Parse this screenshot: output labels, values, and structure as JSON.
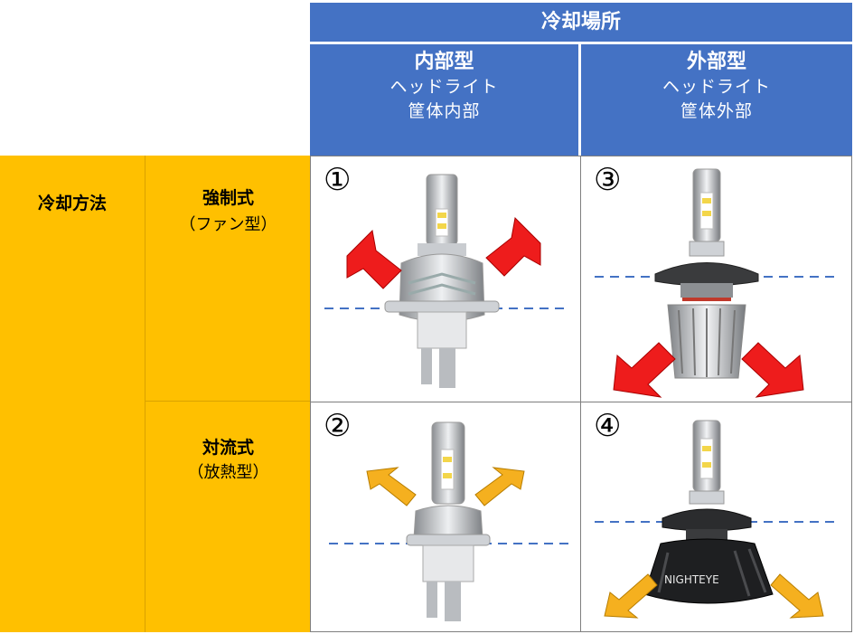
{
  "header": {
    "title": "冷却場所",
    "columns": [
      {
        "title": "内部型",
        "line1": "ヘッドライト",
        "line2": "筐体内部"
      },
      {
        "title": "外部型",
        "line1": "ヘッドライト",
        "line2": "筐体外部"
      }
    ]
  },
  "rows_header": {
    "title": "冷却方法",
    "rows": [
      {
        "title": "強制式",
        "sub": "（ファン型）"
      },
      {
        "title": "対流式",
        "sub": "（放熱型）"
      }
    ]
  },
  "cells": [
    {
      "number": "①",
      "arrow_color": "#ee1c1c"
    },
    {
      "number": "③",
      "arrow_color": "#ee1c1c"
    },
    {
      "number": "②",
      "arrow_color": "#f5b01f"
    },
    {
      "number": "④",
      "arrow_color": "#f5b01f",
      "brand": "NIGHTEYE"
    }
  ],
  "colors": {
    "header_blue": "#4472c4",
    "side_orange": "#ffc000",
    "dash_line": "#4472c4"
  }
}
